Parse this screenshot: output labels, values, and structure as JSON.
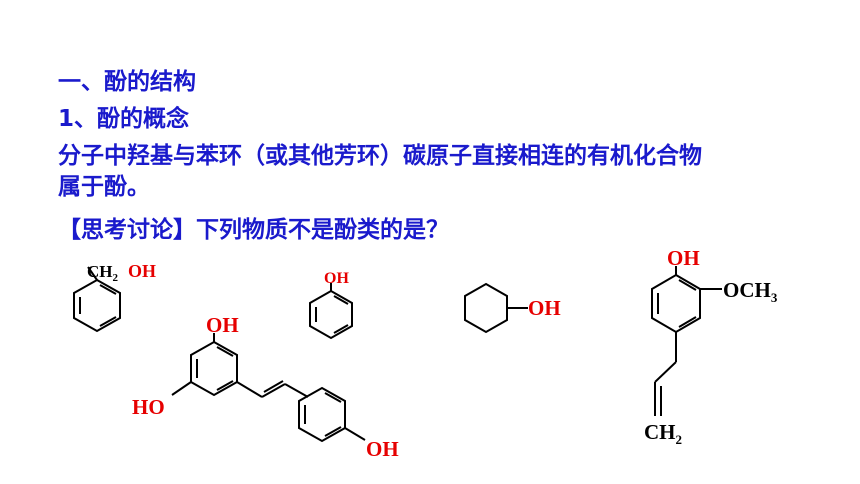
{
  "text": {
    "heading": "一、酚的结构",
    "subheading": "1、酚的概念",
    "definition_line1": "分子中羟基与苯环（或其他芳环）碳原子直接相连的有机化合物",
    "definition_line2": "属于酚。",
    "question": "【思考讨论】下列物质不是酚类的是？"
  },
  "structures": {
    "benzyl_alcohol": {
      "ch2": "CH",
      "sub2": "2",
      "oh": "OH"
    },
    "phenol": {
      "oh": "OH"
    },
    "cyclohexanol": {
      "oh": "OH"
    },
    "resveratrol": {
      "oh_top": "OH",
      "oh_left": "HO",
      "oh_right": "OH"
    },
    "eugenol": {
      "oh": "OH",
      "och3": "OCH",
      "sub3": "3",
      "ch2": "CH",
      "sub2": "2"
    }
  },
  "colors": {
    "text": "#1a1acc",
    "label_red": "#e60000",
    "label_black": "#000000"
  }
}
